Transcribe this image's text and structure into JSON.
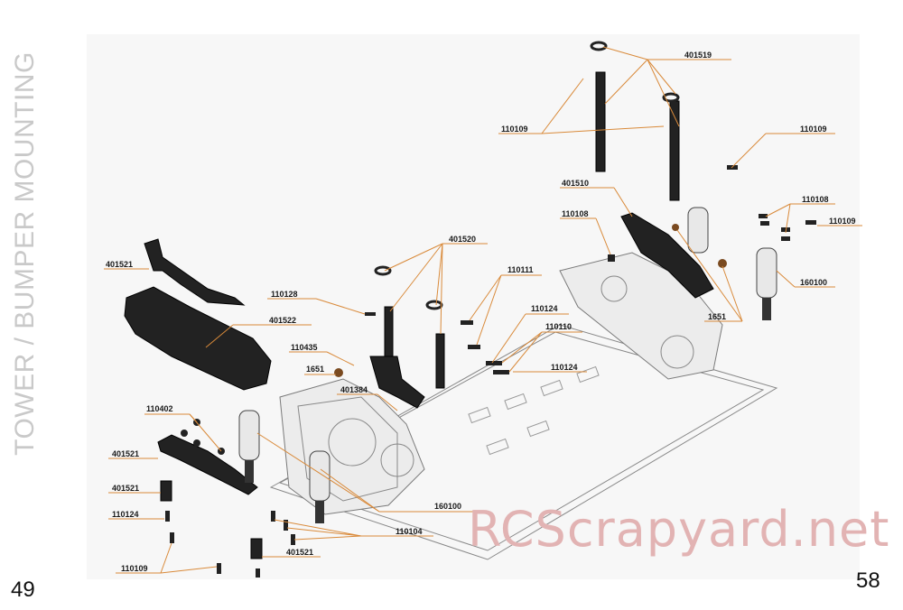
{
  "side_title": "TOWER / BUMPER MOUNTING",
  "page_left": "49",
  "page_right": "58",
  "watermark": "RCScrapyard.net",
  "part_labels": [
    "401519",
    "110109",
    "110109",
    "401510",
    "110108",
    "110108",
    "110109",
    "401521",
    "401520",
    "110111",
    "110128",
    "401522",
    "110124",
    "110110",
    "160100",
    "1651",
    "110435",
    "1651",
    "110124",
    "401384",
    "110402",
    "401521",
    "401521",
    "160100",
    "110124",
    "110104",
    "401521",
    "110109"
  ],
  "colors": {
    "leader": "#d98a3a",
    "side_title": "#c9c9c9",
    "watermark": "#e2b3b3"
  }
}
